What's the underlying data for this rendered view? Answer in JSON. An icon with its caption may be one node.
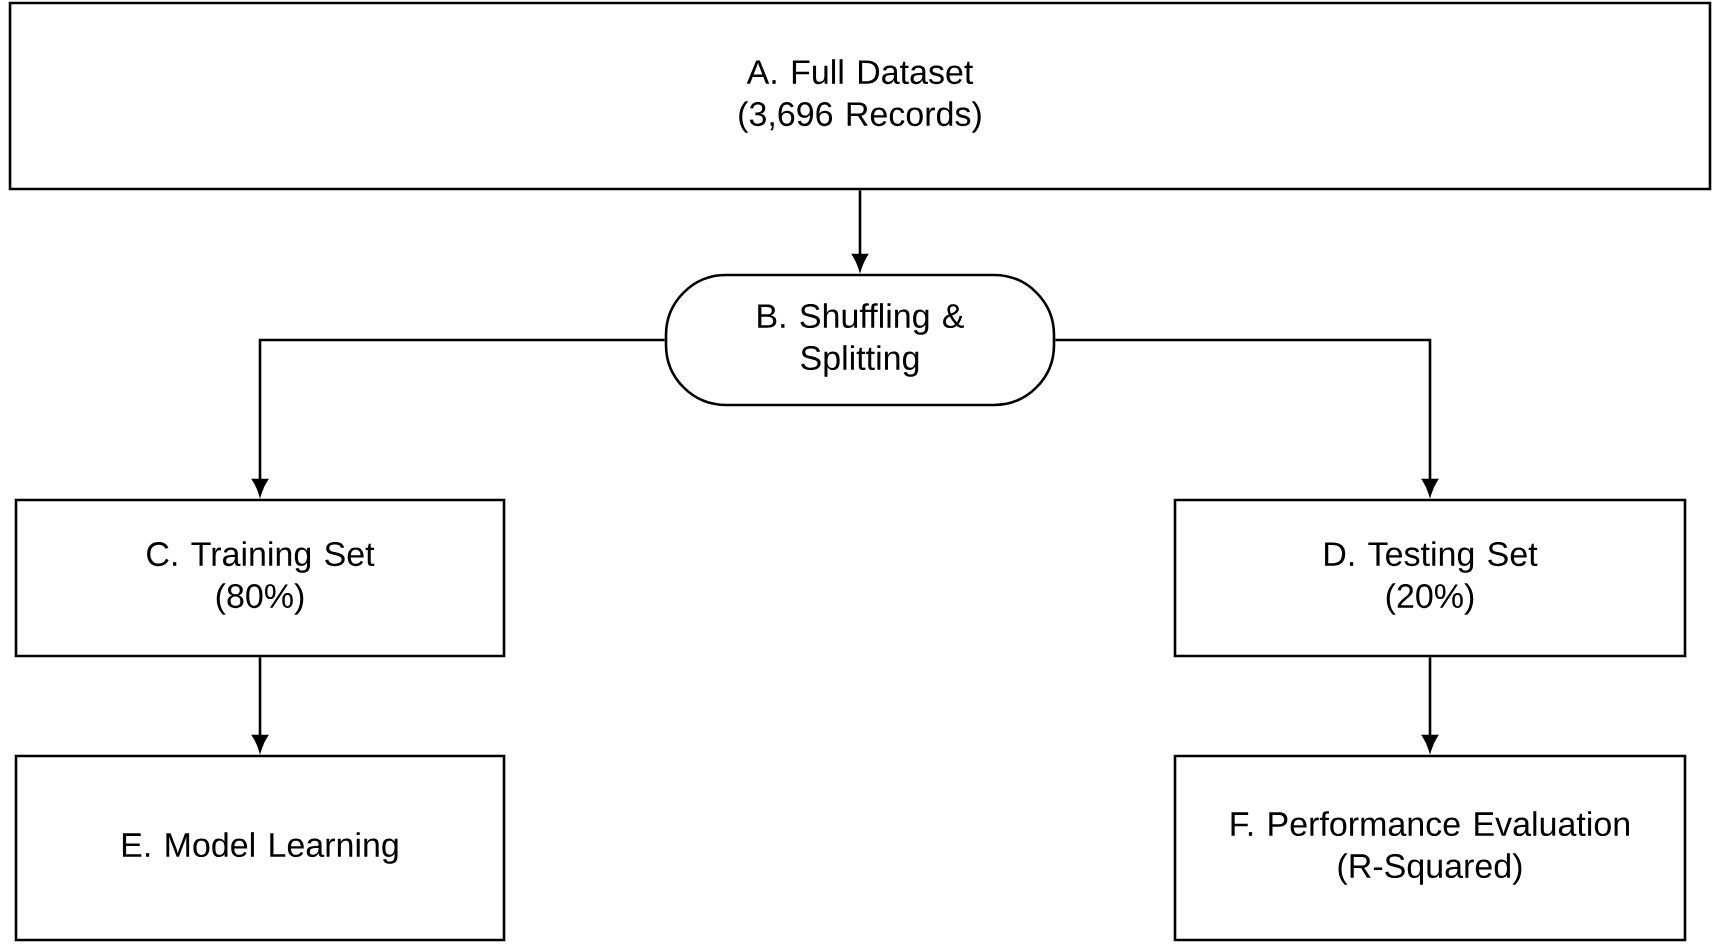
{
  "diagram": {
    "nodes": [
      {
        "text": [
          "A. Full Dataset (3,696 Records)"
        ]
      },
      {
        "text": [
          "B. Shuffling & Splitting"
        ]
      },
      {
        "text": [
          "C. Training Set (80%)"
        ]
      },
      {
        "text": [
          "D. Testing Set (20%)"
        ]
      },
      {
        "text": [
          "E. Model Learning"
        ]
      },
      {
        "text": [
          "F. Performance Evaluation (R-Squared)"
        ]
      }
    ],
    "edges": [
      {
        "from": 0,
        "to": 1,
        "arrow": "to"
      },
      {
        "from": 1,
        "to": 2,
        "arrow": "to"
      },
      {
        "from": 1,
        "to": 3,
        "arrow": "to"
      },
      {
        "from": 2,
        "to": 4,
        "arrow": "to"
      },
      {
        "from": 3,
        "to": 5,
        "arrow": "to"
      }
    ]
  }
}
